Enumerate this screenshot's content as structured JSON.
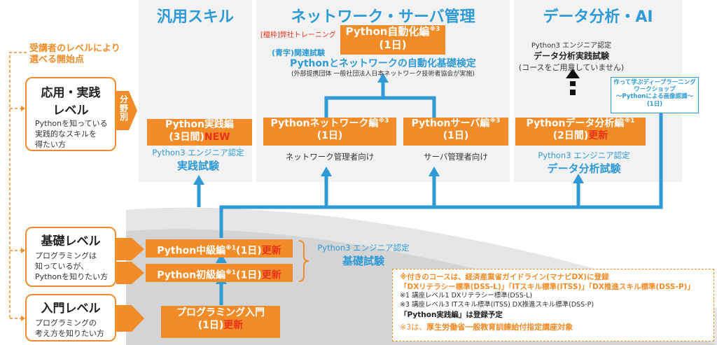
{
  "columns": {
    "general": "汎用スキル",
    "network": "ネットワーク・サーバ管理",
    "data": "データ分析・AI"
  },
  "start_label": {
    "line1": "受講者のレベルにより",
    "line2": "選べる開始点"
  },
  "levels": {
    "advanced": {
      "title_line1": "応用・実践",
      "title_line2": "レベル",
      "desc_line1": "Pythonを知っている",
      "desc_line2": "実践的なスキルを",
      "desc_line3": "得たい方"
    },
    "basic": {
      "title": "基礎レベル",
      "desc_line1": "プログラミングは",
      "desc_line2": "知っているが、",
      "desc_line3": "Pythonを知りたい方"
    },
    "intro": {
      "title": "入門レベル",
      "desc_line1": "プログラミングの",
      "desc_line2": "考え方を知りたい方"
    }
  },
  "field_tag": "分野別",
  "courses": {
    "practice": {
      "line1": "Python実践編",
      "line2": "(3日間)",
      "badge": "NEW"
    },
    "network": {
      "line1": "Pythonネットワーク編",
      "sup": "※3",
      "line2": "(1日)"
    },
    "server": {
      "line1": "Pythonサーバ編",
      "sup": "※3",
      "line2": "(1日)"
    },
    "data": {
      "line1": "Pythonデータ分析編",
      "sup": "※1",
      "line2": "(2日間)",
      "badge": "更新"
    },
    "automation": {
      "line1": "Python自動化編",
      "sup": "※3",
      "line2": "(1日)"
    },
    "intermediate": {
      "label": "Python中級編",
      "sup": "※1",
      "days": "(1日)",
      "badge": "更新"
    },
    "beginner": {
      "label": "Python初級編",
      "sup": "※1",
      "days": "(1日)",
      "badge": "更新"
    },
    "programming_intro": {
      "line1": "プログラミング入門",
      "line2": "(1日)",
      "badge": "更新"
    }
  },
  "captions": {
    "network": "ネットワーク管理者向け",
    "server": "サーバ管理者向け"
  },
  "exams": {
    "practice": {
      "line1": "Python3 エンジニア認定",
      "line2": "実践試験"
    },
    "data": {
      "line1": "Python3 エンジニア認定",
      "line2": "データ分析試験"
    },
    "basic": {
      "line1": "Python3 エンジニア認定",
      "line2": "基礎試験"
    },
    "ml": {
      "line1": "Python3 エンジニア認定",
      "line2": "データ分析実践試験",
      "line3": "(コースをご用意していません)"
    }
  },
  "automation_meta": {
    "tag1": "[檀枠]弊社トレーニング",
    "tag2": "(青字)関連試験",
    "cert": "Pythonとネットワークの自動化基礎検定",
    "cert_note": "(外部提携団体 一般社団法人日本ネットワーク技術者協会が実施)"
  },
  "deep_learning": {
    "line1": "作って学ぶディープラーニング",
    "line2": "ワークショップ",
    "line3": "～Pythonによる画像認識～",
    "line4": "(1日)"
  },
  "note": {
    "line1": "※付きのコースは、経済産業省ガイドライン(マナビDX)に登録",
    "line2": "「DXリテラシー標準(DSS-L)」「ITスキル標準(ITSS)」「DX推進スキル標準(DSS-P)」",
    "line3": "※1 講座レベル1 DXリテラシー標準(DSS-L)",
    "line4": "※3 講座レベル3 ITスキル標準(ITSS) DX推進スキル標準(DSS-P)",
    "line5": "「Python実践編」は登録予定",
    "line6_prefix": "※3は、",
    "line6_highlight": "厚生労働省一般教育訓練給付指定講座対象"
  },
  "colors": {
    "orange": "#f28c28",
    "blue": "#2e9ad6",
    "red": "#e8331b",
    "panel": "#f2f2f2"
  }
}
